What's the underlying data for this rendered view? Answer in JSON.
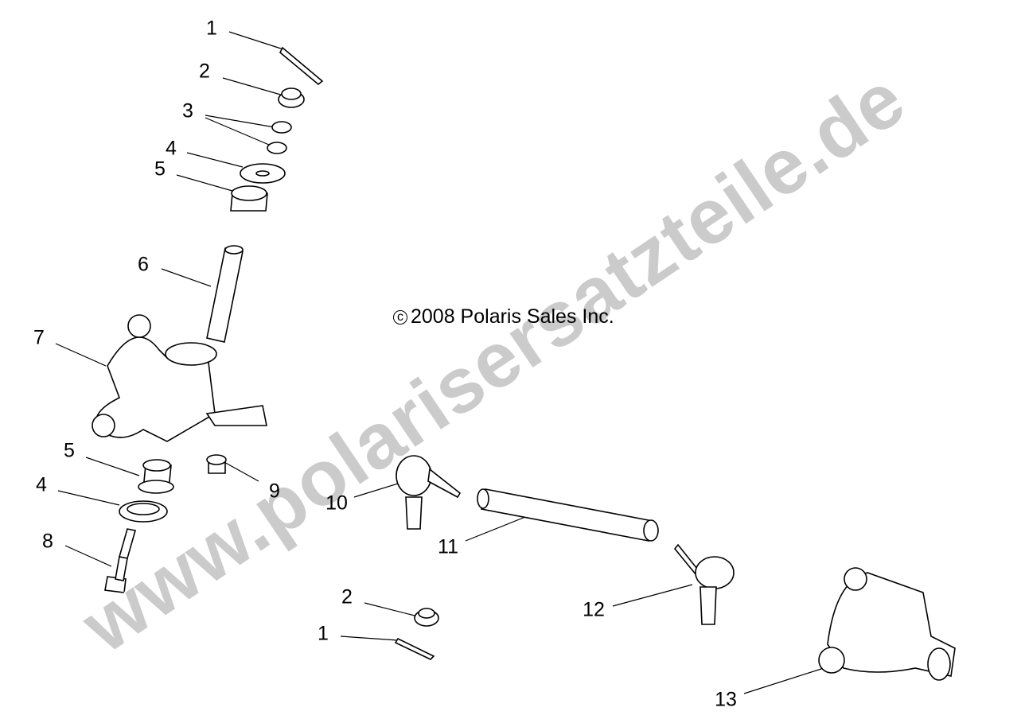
{
  "diagram": {
    "copyright": {
      "symbol": "c",
      "text": "2008 Polaris Sales Inc."
    },
    "watermark": "www.polarisersatzteile.de",
    "callouts": [
      {
        "label": "1"
      },
      {
        "label": "2"
      },
      {
        "label": "3"
      },
      {
        "label": "4"
      },
      {
        "label": "5"
      },
      {
        "label": "6"
      },
      {
        "label": "7"
      },
      {
        "label": "5"
      },
      {
        "label": "4"
      },
      {
        "label": "8"
      },
      {
        "label": "9"
      },
      {
        "label": "10"
      },
      {
        "label": "11"
      },
      {
        "label": "2"
      },
      {
        "label": "1"
      },
      {
        "label": "12"
      },
      {
        "label": "13"
      }
    ]
  }
}
